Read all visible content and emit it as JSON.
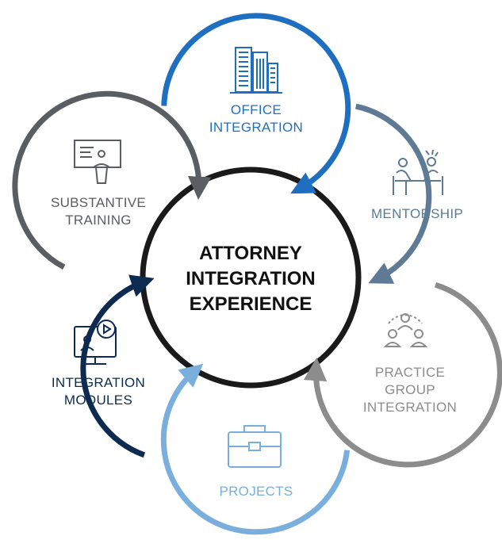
{
  "center": {
    "line1": "ATTORNEY",
    "line2": "INTEGRATION",
    "line3": "EXPERIENCE"
  },
  "stages": {
    "office": {
      "line1": "OFFICE",
      "line2": "INTEGRATION",
      "color": "#1f6fc1",
      "icon": "office-buildings-icon"
    },
    "mentorship": {
      "line1": "MENTORSHIP",
      "color": "#5e7a94",
      "icon": "mentorship-meeting-icon"
    },
    "practice": {
      "line1": "PRACTICE",
      "line2": "GROUP",
      "line3": "INTEGRATION",
      "color": "#8c8c8c",
      "icon": "people-group-icon"
    },
    "projects": {
      "line1": "PROJECTS",
      "color": "#7aaedc",
      "icon": "briefcase-icon"
    },
    "modules": {
      "line1": "INTEGRATION",
      "line2": "MODULES",
      "color": "#0d2b50",
      "icon": "video-monitor-icon"
    },
    "training": {
      "line1": "SUBSTANTIVE",
      "line2": "TRAINING",
      "color": "#5a5d61",
      "icon": "presenter-podium-icon"
    }
  },
  "center_ring_color": "#1a1a1a"
}
